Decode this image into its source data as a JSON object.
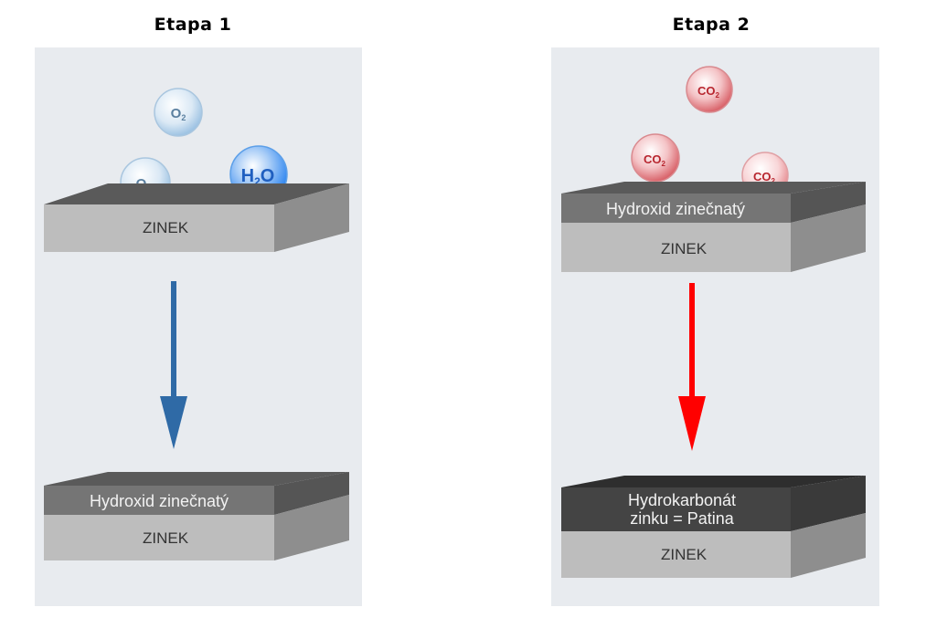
{
  "stages": [
    {
      "title": "Etapa 1",
      "molecules": [
        {
          "formula": "O",
          "subscript": "2"
        },
        {
          "formula": "O",
          "subscript": "2"
        },
        {
          "formula": "H",
          "subscript": "2",
          "suffix": "O"
        }
      ],
      "before": {
        "base_label": "ZINEK"
      },
      "after": {
        "layer_label": "Hydroxid zinečnatý",
        "base_label": "ZINEK"
      },
      "arrow_color": "#2f6aa6"
    },
    {
      "title": "Etapa 2",
      "molecules": [
        {
          "formula": "CO",
          "subscript": "2"
        },
        {
          "formula": "CO",
          "subscript": "2"
        },
        {
          "formula": "CO",
          "subscript": "2"
        }
      ],
      "before": {
        "layer_label": "Hydroxid zinečnatý",
        "base_label": "ZINEK"
      },
      "after": {
        "layer_label_line1": "Hydrokarbonát",
        "layer_label_line2": "zinku = Patina",
        "base_label": "ZINEK"
      },
      "arrow_color": "#ff0000"
    }
  ]
}
